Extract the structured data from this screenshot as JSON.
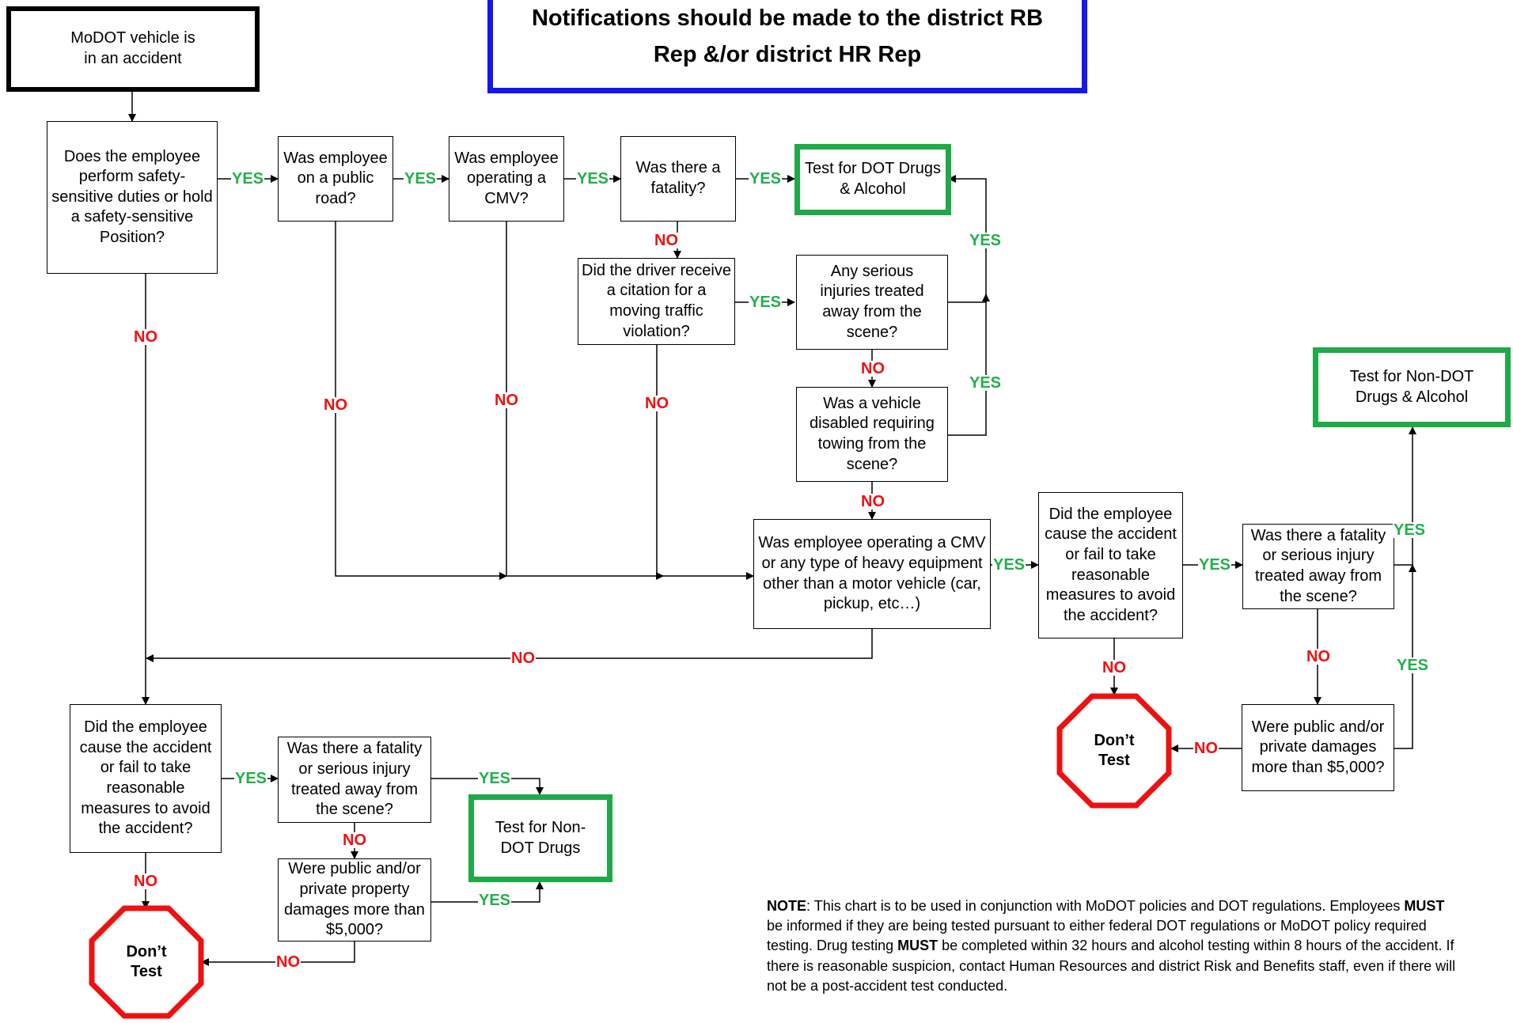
{
  "title": "Notifications should be made to the district RB Rep &/or district HR Rep",
  "nodes": {
    "start": "MoDOT vehicle is in an accident",
    "safety_sensitive": "Does the employee perform safety-sensitive duties or hold a safety-sensitive Position?",
    "public_road": "Was employee on a public road?",
    "operating_cmv": "Was employee operating a CMV?",
    "fatality": "Was there a fatality?",
    "test_dot": "Test for DOT Drugs & Alcohol",
    "citation": "Did the driver receive a citation for a moving traffic violation?",
    "serious_injuries": "Any serious injuries treated away from the scene?",
    "vehicle_disabled": "Was a vehicle disabled requiring towing from the scene?",
    "heavy_equipment": "Was employee operating a CMV or any type of heavy equipment other than a motor vehicle (car, pickup, etc…)",
    "cause_right": "Did the employee cause the accident or fail to take reasonable measures to avoid the accident?",
    "fatality_serious_right": "Was there a fatality or serious injury treated away from the scene?",
    "test_nondot_alcohol": "Test for Non-DOT Drugs & Alcohol",
    "damages_right": "Were public and/or private damages more than $5,000?",
    "dont_test_right": "Don’t Test",
    "cause_left": "Did the employee cause the accident or fail to take reasonable measures to avoid the accident?",
    "fatality_serious_left": "Was there a fatality or serious injury treated away from the scene?",
    "test_nondot_drugs": "Test for Non-DOT Drugs",
    "damages_left": "Were public and/or private property damages more than $5,000?",
    "dont_test_left": "Don’t Test"
  },
  "labels": {
    "yes": "YES",
    "no": "NO"
  },
  "colors": {
    "yes": "#22b04b",
    "no": "#ee1111",
    "test_border": "#1faa48",
    "stop": "#ee1111",
    "title_border": "#1616ee"
  },
  "note": {
    "lead": "NOTE",
    "t1": ": This chart is to be used in conjunction with MoDOT policies and DOT regulations. Employees ",
    "must1": "MUST",
    "t2": " be informed if they are being tested pursuant to either federal DOT regulations or MoDOT policy required testing.  Drug testing ",
    "must2": "MUST",
    "t3": " be completed within 32 hours and alcohol testing within 8 hours of the accident.  If there is reasonable suspicion, contact Human Resources and district Risk and Benefits staff, even if there will not be a post-accident test conducted."
  }
}
